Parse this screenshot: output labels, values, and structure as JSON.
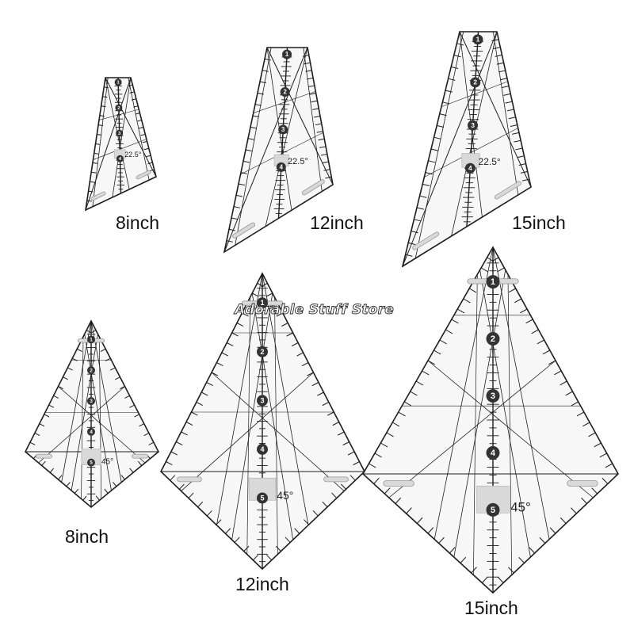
{
  "watermark": "Adorable Stuff Store",
  "colors": {
    "line": "#1e1e1e",
    "plastic": "#f7f7f7",
    "marker": "#d9d9d9"
  },
  "rulers": [
    {
      "id": "trap-8",
      "shape": "trapezoid",
      "caption": "8inch",
      "angle_mark": "22.5°",
      "numbers": [
        "1",
        "2",
        "3",
        "4"
      ]
    },
    {
      "id": "trap-12",
      "shape": "trapezoid",
      "caption": "12inch",
      "angle_mark": "22.5°",
      "numbers": [
        "1",
        "2",
        "3",
        "4"
      ]
    },
    {
      "id": "trap-15",
      "shape": "trapezoid",
      "caption": "15inch",
      "angle_mark": "22.5°",
      "numbers": [
        "1",
        "2",
        "3",
        "4"
      ]
    },
    {
      "id": "kite-8",
      "shape": "kite",
      "caption": "8inch",
      "angle_mark": "45°",
      "numbers": [
        "1",
        "2",
        "3",
        "4",
        "5"
      ]
    },
    {
      "id": "kite-12",
      "shape": "kite",
      "caption": "12inch",
      "angle_mark": "45°",
      "numbers": [
        "1",
        "2",
        "3",
        "4",
        "5"
      ]
    },
    {
      "id": "kite-15",
      "shape": "kite",
      "caption": "15inch",
      "angle_mark": "45°",
      "numbers": [
        "1",
        "2",
        "3",
        "4",
        "5"
      ]
    }
  ]
}
